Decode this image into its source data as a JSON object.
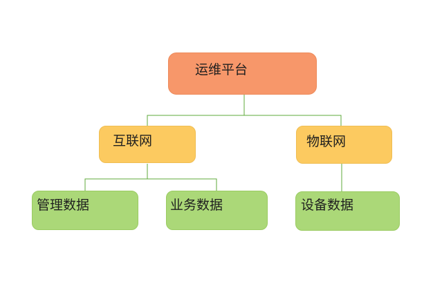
{
  "diagram": {
    "type": "tree",
    "background": "#FFFFFF",
    "connector_color": "#5EA838",
    "text_color": "#1F1F1F",
    "levels": {
      "root": {
        "fill": "#F7976A",
        "border": "#ED8A5A"
      },
      "middle": {
        "fill": "#FCCA60",
        "border": "#EFBD52"
      },
      "leaf": {
        "fill": "#ABD878",
        "border": "#9ACB61"
      }
    },
    "nodes": [
      {
        "id": "ops-platform",
        "label": "运维平台",
        "level": "root",
        "parent": null
      },
      {
        "id": "internet",
        "label": "互联网",
        "level": "middle",
        "parent": "ops-platform"
      },
      {
        "id": "iot",
        "label": "物联网",
        "level": "middle",
        "parent": "ops-platform"
      },
      {
        "id": "management-data",
        "label": "管理数据",
        "level": "leaf",
        "parent": "internet"
      },
      {
        "id": "business-data",
        "label": "业务数据",
        "level": "leaf",
        "parent": "internet"
      },
      {
        "id": "device-data",
        "label": "设备数据",
        "level": "leaf",
        "parent": "iot"
      }
    ],
    "edges": [
      {
        "from": "ops-platform",
        "to": "internet"
      },
      {
        "from": "ops-platform",
        "to": "iot"
      },
      {
        "from": "internet",
        "to": "management-data"
      },
      {
        "from": "internet",
        "to": "business-data"
      },
      {
        "from": "iot",
        "to": "device-data"
      }
    ]
  }
}
